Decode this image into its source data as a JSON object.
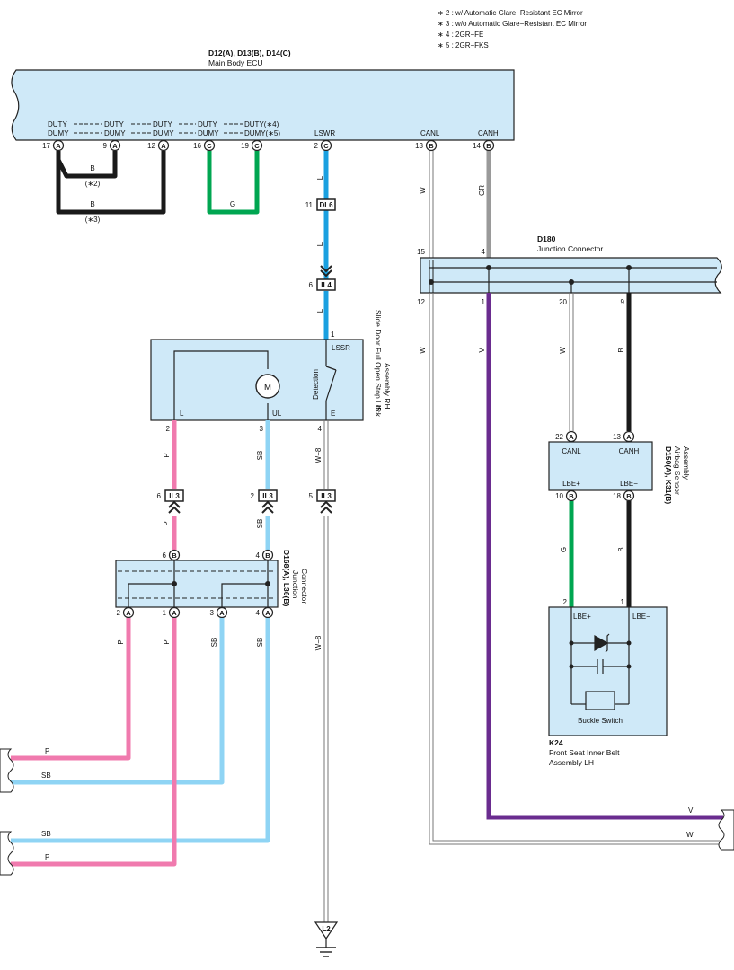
{
  "notes": [
    "∗ 2 : w/ Automatic Glare−Resistant EC Mirror",
    "∗ 3 : w/o Automatic Glare−Resistant EC Mirror",
    "∗ 4 : 2GR−FE",
    "∗ 5 : 2GR−FKS"
  ],
  "ecu": {
    "code": "D12(A), D13(B), D14(C)",
    "name": "Main Body ECU",
    "duty_labels": [
      "DUTY",
      "DUTY",
      "DUTY",
      "DUTY",
      "DUTY(∗4)"
    ],
    "dumy_labels": [
      "DUMY",
      "DUMY",
      "DUMY",
      "DUMY",
      "DUMY(∗5)"
    ],
    "lswr": "LSWR",
    "canl": "CANL",
    "canh": "CANH",
    "pins": [
      {
        "num": "17",
        "conn": "A"
      },
      {
        "num": "9",
        "conn": "A"
      },
      {
        "num": "12",
        "conn": "A"
      },
      {
        "num": "16",
        "conn": "C"
      },
      {
        "num": "19",
        "conn": "C"
      },
      {
        "num": "2",
        "conn": "C"
      },
      {
        "num": "13",
        "conn": "B"
      },
      {
        "num": "14",
        "conn": "B"
      }
    ]
  },
  "jumpers": {
    "b1": "B",
    "b1_note": "(∗2)",
    "b2": "B",
    "b2_note": "(∗3)",
    "g": "G"
  },
  "wire_colors": {
    "l1": "L",
    "l2": "L",
    "l3": "L",
    "w_canl": "W",
    "gr_canh": "GR",
    "p": "P",
    "sb": "SB",
    "w8": "W−8",
    "v": "V",
    "w20": "W",
    "b9": "B",
    "g_lbe": "G",
    "b_lbe": "B",
    "w_low": "W",
    "p2": "P",
    "p3": "P",
    "sb2": "SB",
    "sb3": "SB",
    "w8b": "W−8"
  },
  "connectors": {
    "dl6": "DL6",
    "dl6_pin": "11",
    "il4": "IL4",
    "il4_pin": "6",
    "il3_p": "IL3",
    "il3_p_pin": "6",
    "il3_sb": "IL3",
    "il3_sb_pin": "2",
    "il3_w": "IL3",
    "il3_w_pin": "5"
  },
  "lock": {
    "code": "I5",
    "name1": "Slide Door Full Open Stop Lock",
    "name2": "Assembly RH",
    "lssr": "LSSR",
    "motor": "M",
    "detection": "Detection",
    "l": "L",
    "ul": "UL",
    "e": "E",
    "pin1": "1",
    "pin2": "2",
    "pin3": "3",
    "pin4": "4"
  },
  "d180": {
    "code": "D180",
    "name": "Junction Connector",
    "pin15": "15",
    "pin4": "4",
    "pin12": "12",
    "pin1": "1",
    "pin20": "20",
    "pin9": "9"
  },
  "airbag": {
    "code": "D150(A), K31(B)",
    "name1": "Airbag Sensor",
    "name2": "Assembly",
    "canl": "CANL",
    "canh": "CANH",
    "lbep": "LBE+",
    "lbem": "LBE−",
    "pins": [
      {
        "num": "22",
        "conn": "A"
      },
      {
        "num": "13",
        "conn": "A"
      },
      {
        "num": "10",
        "conn": "B"
      },
      {
        "num": "18",
        "conn": "B"
      }
    ]
  },
  "buckle": {
    "code": "K24",
    "name1": "Front Seat Inner Belt",
    "name2": "Assembly LH",
    "lbep": "LBE+",
    "lbem": "LBE−",
    "switch": "Buckle Switch",
    "pin2": "2",
    "pin1": "1"
  },
  "d168": {
    "code": "D168(A), L36(B)",
    "name1": "Junction",
    "name2": "Connector",
    "top_pins": [
      {
        "num": "6",
        "conn": "B"
      },
      {
        "num": "4",
        "conn": "B"
      }
    ],
    "bottom_pins": [
      {
        "num": "2",
        "conn": "A"
      },
      {
        "num": "1",
        "conn": "A"
      },
      {
        "num": "3",
        "conn": "A"
      },
      {
        "num": "4",
        "conn": "A"
      }
    ]
  },
  "ground": "L2",
  "colors": {
    "component_fill": "#cfe9f8",
    "wire_L": "#1aa0e0",
    "wire_SB": "#8fd4f4",
    "wire_P": "#f07aae",
    "wire_G": "#00a651",
    "wire_B": "#1a1a1a",
    "wire_V": "#6a2c8f",
    "wire_GR": "#9a9a9a"
  }
}
